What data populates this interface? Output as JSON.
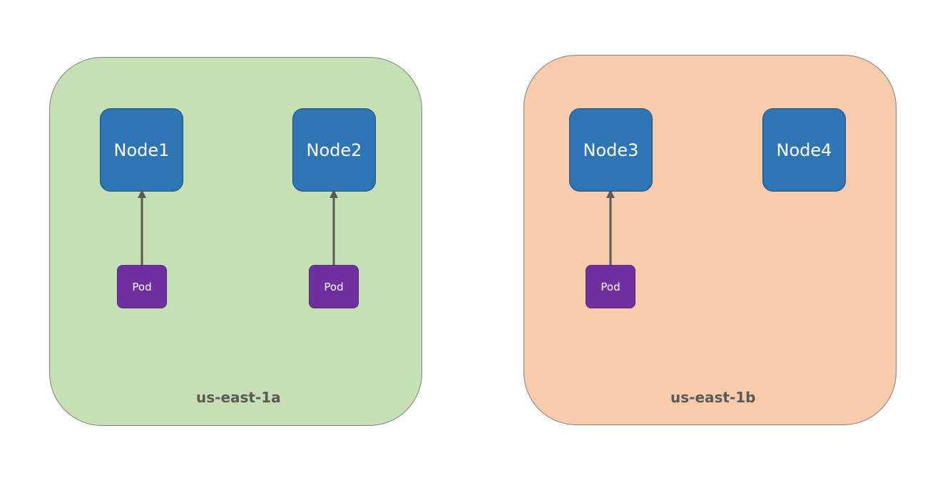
{
  "colors": {
    "zone_a_fill": "#c5e0b4",
    "zone_b_fill": "#f8cbad",
    "node_fill": "#2e75b6",
    "pod_fill": "#7030a0",
    "arrow": "#595959"
  },
  "zones": [
    {
      "label": "us-east-1a",
      "nodes": [
        {
          "label": "Node1",
          "pod": "Pod"
        },
        {
          "label": "Node2",
          "pod": "Pod"
        }
      ]
    },
    {
      "label": "us-east-1b",
      "nodes": [
        {
          "label": "Node3",
          "pod": "Pod"
        },
        {
          "label": "Node4",
          "pod": null
        }
      ]
    }
  ]
}
